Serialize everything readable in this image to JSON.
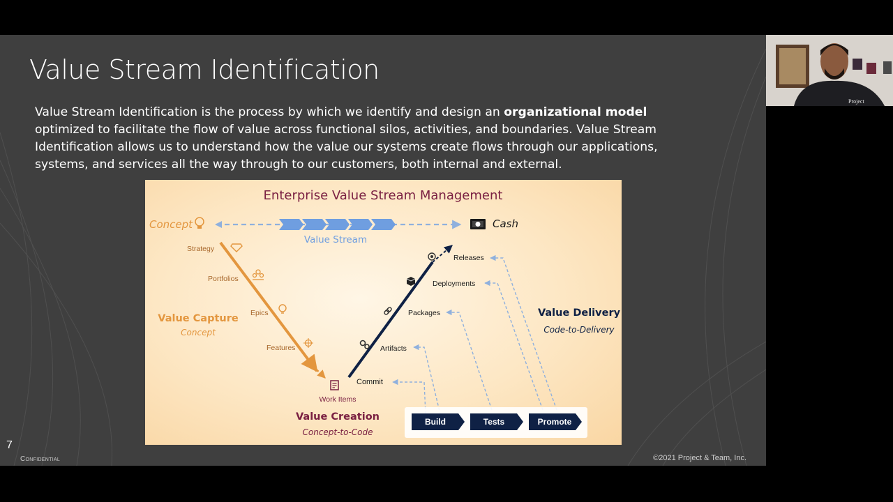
{
  "slide": {
    "title": "Value Stream Identification",
    "paragraph": {
      "part1": "Value Stream Identification is the process by which we identify and design an ",
      "bold": "organizational model",
      "part2": " optimized to facilitate the flow of value across functional silos, activities, and boundaries. Value Stream Identification allows us to understand how the value our systems create flows through our applications, systems, and services all the way through to our customers, both internal and external."
    },
    "slide_number": "7",
    "confidential": "Confidential",
    "copyright": "©2021 Project & Team, Inc."
  },
  "diagram": {
    "title": "Enterprise Value Stream Management",
    "concept": "Concept",
    "cash": "Cash",
    "value_stream": "Value Stream",
    "capture_items": [
      "Strategy",
      "Portfolios",
      "Epics",
      "Features"
    ],
    "work_items": "Work Items",
    "value_capture": {
      "title": "Value Capture",
      "subtitle": "Concept"
    },
    "value_creation": {
      "title": "Value Creation",
      "subtitle": "Concept-to-Code"
    },
    "value_delivery": {
      "title": "Value Delivery",
      "subtitle": "Code-to-Delivery"
    },
    "delivery_items": [
      "Commit",
      "Artifacts",
      "Packages",
      "Deployments",
      "Releases"
    ],
    "pipeline": [
      "Build",
      "Tests",
      "Promote"
    ],
    "colors": {
      "orange": "#e3963e",
      "navy": "#0f2145",
      "maroon": "#7a2042",
      "dash_blue": "#8fb0dd",
      "chevron": "#6f9ee0"
    }
  },
  "webcam": {
    "overlay_text": "Project"
  }
}
